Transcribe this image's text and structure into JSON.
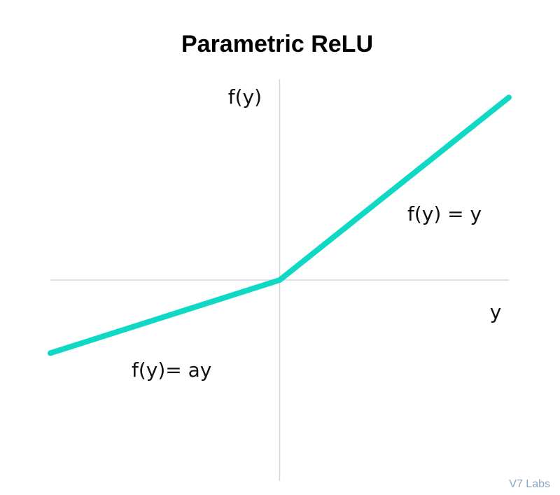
{
  "chart_data": {
    "type": "line",
    "title": "Parametric ReLU",
    "xlabel": "y",
    "ylabel": "f(y)",
    "series": [
      {
        "values": [
          [
            -1,
            -0.4
          ],
          [
            0,
            0
          ],
          [
            1,
            1
          ]
        ]
      }
    ],
    "annotations": [
      {
        "text": "f(y) = y",
        "region": "positive"
      },
      {
        "text": "f(y)= ay",
        "region": "negative"
      }
    ],
    "xlim": [
      -1,
      1
    ],
    "ylim": [
      -1.1,
      1.1
    ],
    "grid": false,
    "colors": {
      "line": "#0fd9c4",
      "axes": "#d2d5dc"
    }
  },
  "watermark": "V7 Labs"
}
